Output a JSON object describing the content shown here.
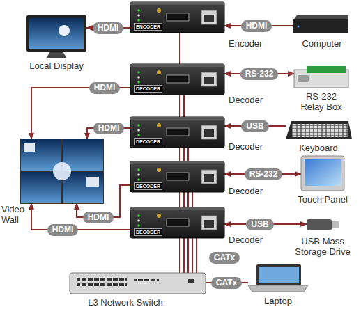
{
  "diagram": {
    "nodes": [
      {
        "text": [
          "Computer"
        ]
      },
      {
        "text": [
          "ENCODER",
          "Encoder"
        ]
      },
      {
        "text": [
          "Local Display"
        ]
      },
      {
        "text": [
          "DECODER",
          "Decoder"
        ]
      },
      {
        "text": [
          "RS-232 Relay Box"
        ]
      },
      {
        "text": [
          "DECODER",
          "Decoder"
        ]
      },
      {
        "text": [
          "Keyboard"
        ]
      },
      {
        "text": [
          "DECODER",
          "Decoder"
        ]
      },
      {
        "text": [
          "Touch Panel"
        ]
      },
      {
        "text": [
          "DECODER",
          "Decoder"
        ]
      },
      {
        "text": [
          "USB Mass Storage Drive"
        ]
      },
      {
        "text": [
          "Video Wall"
        ]
      },
      {
        "text": [
          "L3 Network Switch"
        ]
      },
      {
        "text": [
          "Laptop"
        ]
      }
    ],
    "edges": [
      {
        "from": 0,
        "to": 1,
        "label": "HDMI",
        "arrow": "to"
      },
      {
        "from": 1,
        "to": 2,
        "label": "HDMI",
        "arrow": "to"
      },
      {
        "from": 3,
        "to": 4,
        "label": "RS-232",
        "arrow": "both"
      },
      {
        "from": 3,
        "to": 11,
        "label": "HDMI",
        "arrow": "to"
      },
      {
        "from": 6,
        "to": 5,
        "label": "USB",
        "arrow": "to"
      },
      {
        "from": 5,
        "to": 11,
        "label": "HDMI",
        "arrow": "to"
      },
      {
        "from": 7,
        "to": 8,
        "label": "RS-232",
        "arrow": "both"
      },
      {
        "from": 7,
        "to": 11,
        "label": "HDMI",
        "arrow": "to"
      },
      {
        "from": 9,
        "to": 10,
        "label": "USB",
        "arrow": "both"
      },
      {
        "from": 9,
        "to": 11,
        "label": "HDMI",
        "arrow": "to"
      },
      {
        "from": 1,
        "to": 12,
        "arrow": "none"
      },
      {
        "from": 3,
        "to": 12,
        "arrow": "none"
      },
      {
        "from": 5,
        "to": 12,
        "arrow": "none"
      },
      {
        "from": 7,
        "to": 12,
        "arrow": "none"
      },
      {
        "from": 9,
        "to": 12,
        "label": "CATx",
        "arrow": "none"
      },
      {
        "from": 13,
        "to": 12,
        "label": "CATx",
        "arrow": "none"
      }
    ]
  }
}
